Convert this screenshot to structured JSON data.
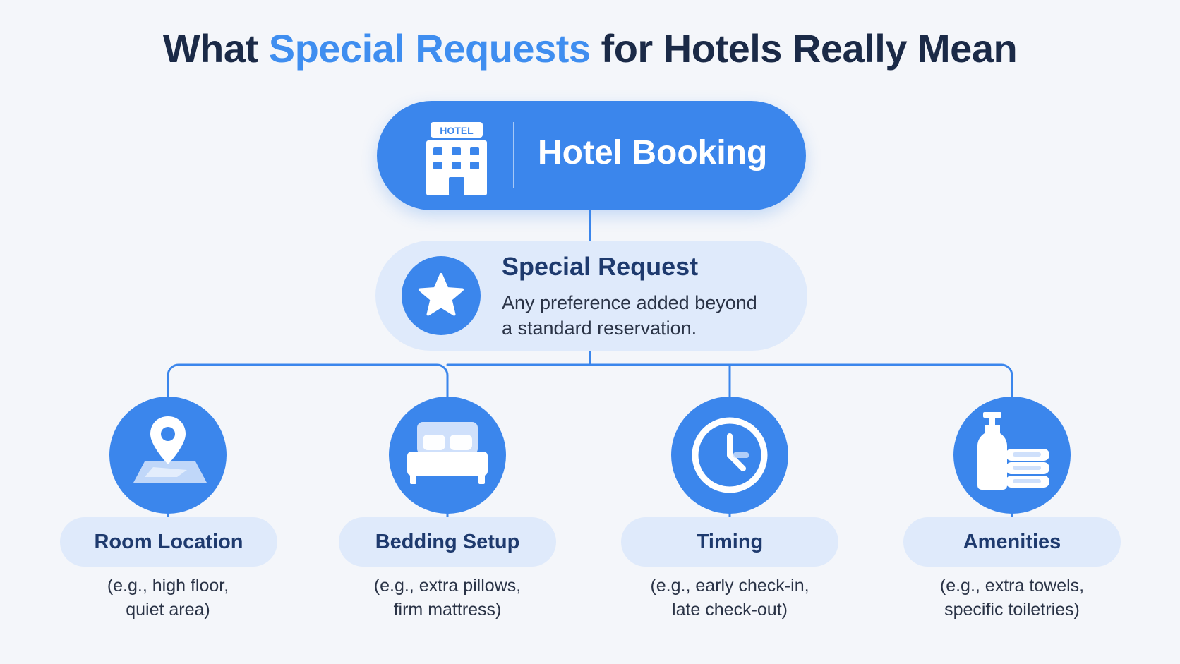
{
  "title": {
    "before": "What ",
    "accent": "Special Requests",
    "after": " for Hotels Really Mean"
  },
  "booking": {
    "icon_sign": "HOTEL",
    "icon": "hotel-building-icon",
    "label": "Hotel Booking"
  },
  "special_request": {
    "icon": "star-icon",
    "heading": "Special Request",
    "description_line1": "Any preference added beyond",
    "description_line2": "a standard reservation."
  },
  "categories": [
    {
      "icon": "map-pin-icon",
      "label": "Room Location",
      "example_line1": "(e.g., high floor,",
      "example_line2": "quiet area)"
    },
    {
      "icon": "bed-icon",
      "label": "Bedding Setup",
      "example_line1": "(e.g., extra pillows,",
      "example_line2": "firm mattress)"
    },
    {
      "icon": "clock-icon",
      "label": "Timing",
      "example_line1": "(e.g., early check-in,",
      "example_line2": "late check-out)"
    },
    {
      "icon": "toiletries-icon",
      "label": "Amenities",
      "example_line1": "(e.g., extra towels,",
      "example_line2": "specific toiletries)"
    }
  ],
  "colors": {
    "primary": "#3b86ec",
    "accent_text": "#3f8ef0",
    "light_fill": "#dfeafb",
    "dark_text": "#1b2a47",
    "heading_text": "#1e3a6e",
    "background": "#f4f6fa"
  }
}
